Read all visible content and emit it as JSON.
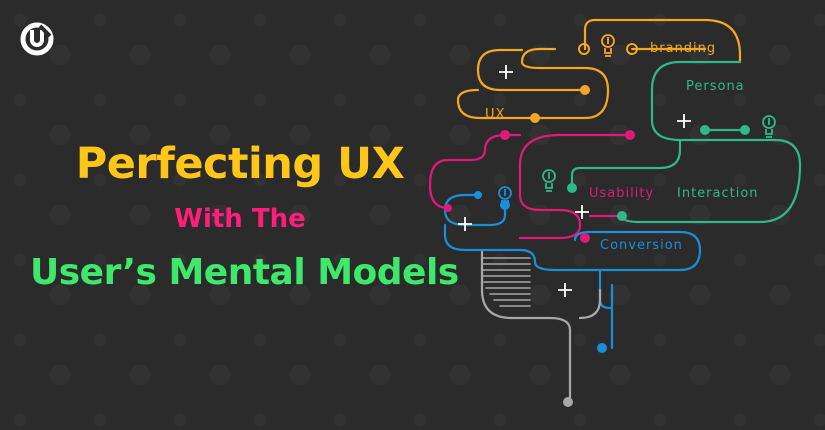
{
  "headline": {
    "line1": "Perfecting UX",
    "line2": "With The",
    "line3": "User’s Mental Models"
  },
  "brain_labels": {
    "branding": "branding",
    "persona": "Persona",
    "ux": "UX",
    "usability": "Usability",
    "interaction": "Interaction",
    "conversion": "Conversion"
  },
  "colors": {
    "orange": "#f5a623",
    "green": "#2fb88a",
    "pink": "#e0197a",
    "blue": "#1a8fd8",
    "grey": "#a8a8a8",
    "title_yellow": "#ffc61a",
    "title_pink": "#ff1f7a",
    "title_green": "#3ee86a"
  },
  "icons": [
    "logo-icon",
    "lightbulb-icon",
    "plus-icon"
  ]
}
